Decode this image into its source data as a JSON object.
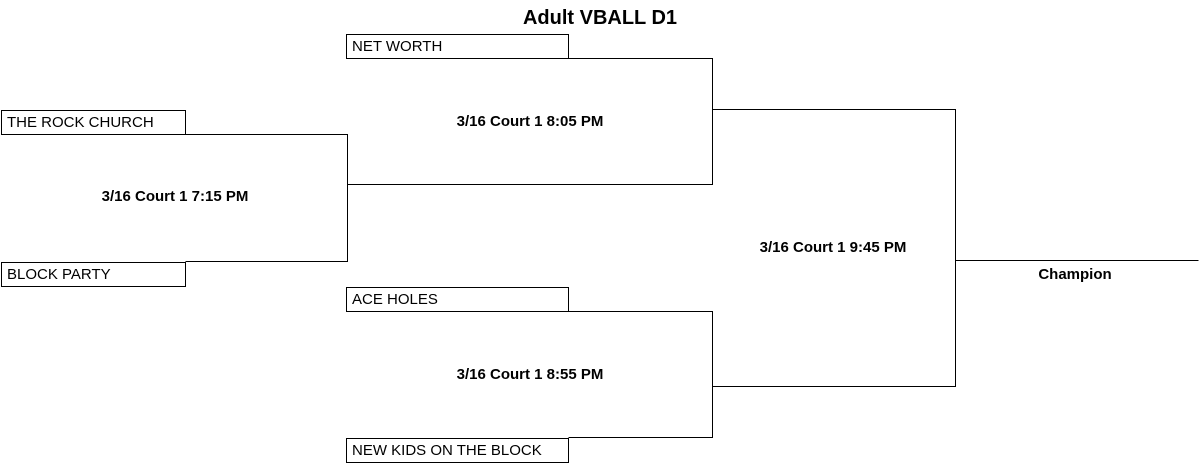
{
  "title": "Adult VBALL D1",
  "teams": {
    "rock_church": "THE ROCK CHURCH",
    "block_party": "BLOCK PARTY",
    "net_worth": "NET WORTH",
    "ace_holes": "ACE HOLES",
    "new_kids": "NEW KIDS ON THE BLOCK"
  },
  "games": {
    "game1": "3/16 Court 1 7:15 PM",
    "game2": "3/16 Court 1 8:05 PM",
    "game3": "3/16 Court 1 8:55 PM",
    "final": "3/16 Court 1 9:45 PM"
  },
  "champion_label": "Champion"
}
